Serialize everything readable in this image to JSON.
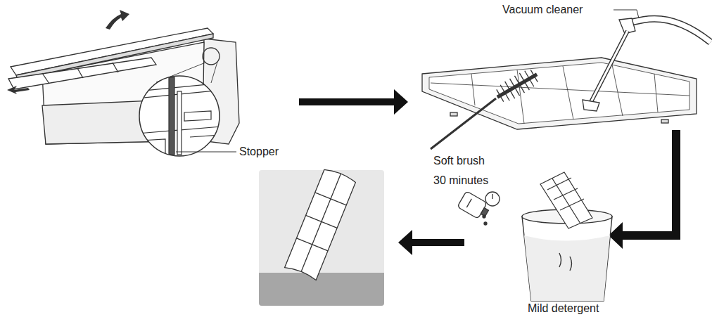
{
  "diagram": {
    "labels": [
      "Stopper",
      "Vacuum cleaner",
      "Soft brush",
      "30 minutes",
      "Mild detergent"
    ]
  }
}
